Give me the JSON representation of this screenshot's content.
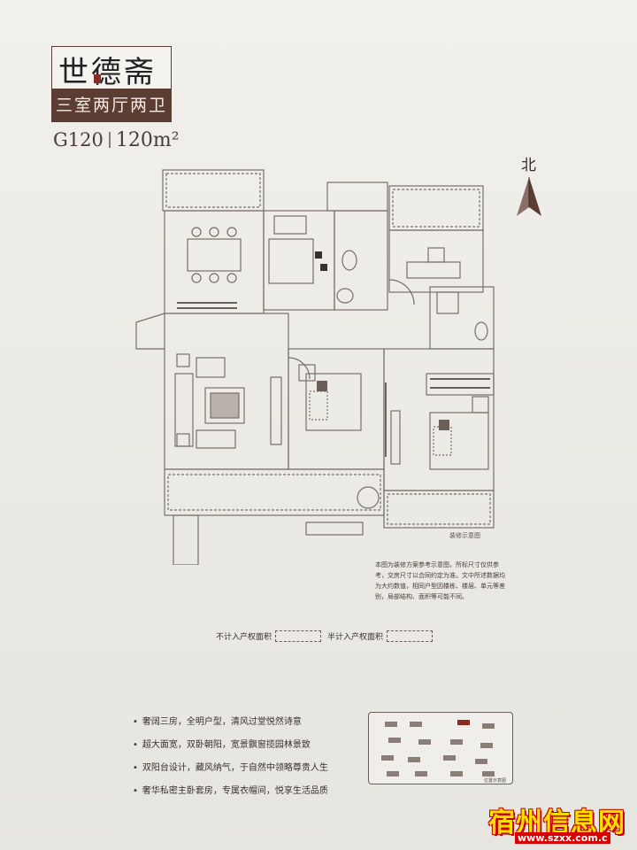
{
  "brand": {
    "title": "世德斋",
    "subtitle": "三室两厅两卫",
    "code": "G120",
    "area": "120m²"
  },
  "compass": {
    "label": "北"
  },
  "plan": {
    "note": "装修示意图"
  },
  "disclaimer": "本图为装修方案参考示意图，所标尺寸仅供参考，交房尺寸以合同约定为准。文中所述数据均为大约数值，相同户型因楼栋、楼层、单元等差别，局部结构、面积等可能不同。",
  "legend": {
    "excluded_label": "不计入产权面积",
    "half_label": "半计入产权面积"
  },
  "features": [
    "奢阔三房，全明户型，清风过堂悦然诗意",
    "超大面宽，双卧朝阳，宽景飘窗揽园林景致",
    "双阳台设计，藏风纳气，于自然中领略尊贵人生",
    "奢华私密主卧套房，专属衣帽间，悦享生活品质"
  ],
  "keyplan": {
    "label": "位置示意图"
  },
  "watermark": {
    "text": "宿州信息网",
    "url": "www.szxx.com.c"
  },
  "colors": {
    "brand_brown": "#5b3d33",
    "line": "#7b6e68",
    "watermark_yellow": "#ffe000",
    "watermark_red": "#c80000"
  }
}
